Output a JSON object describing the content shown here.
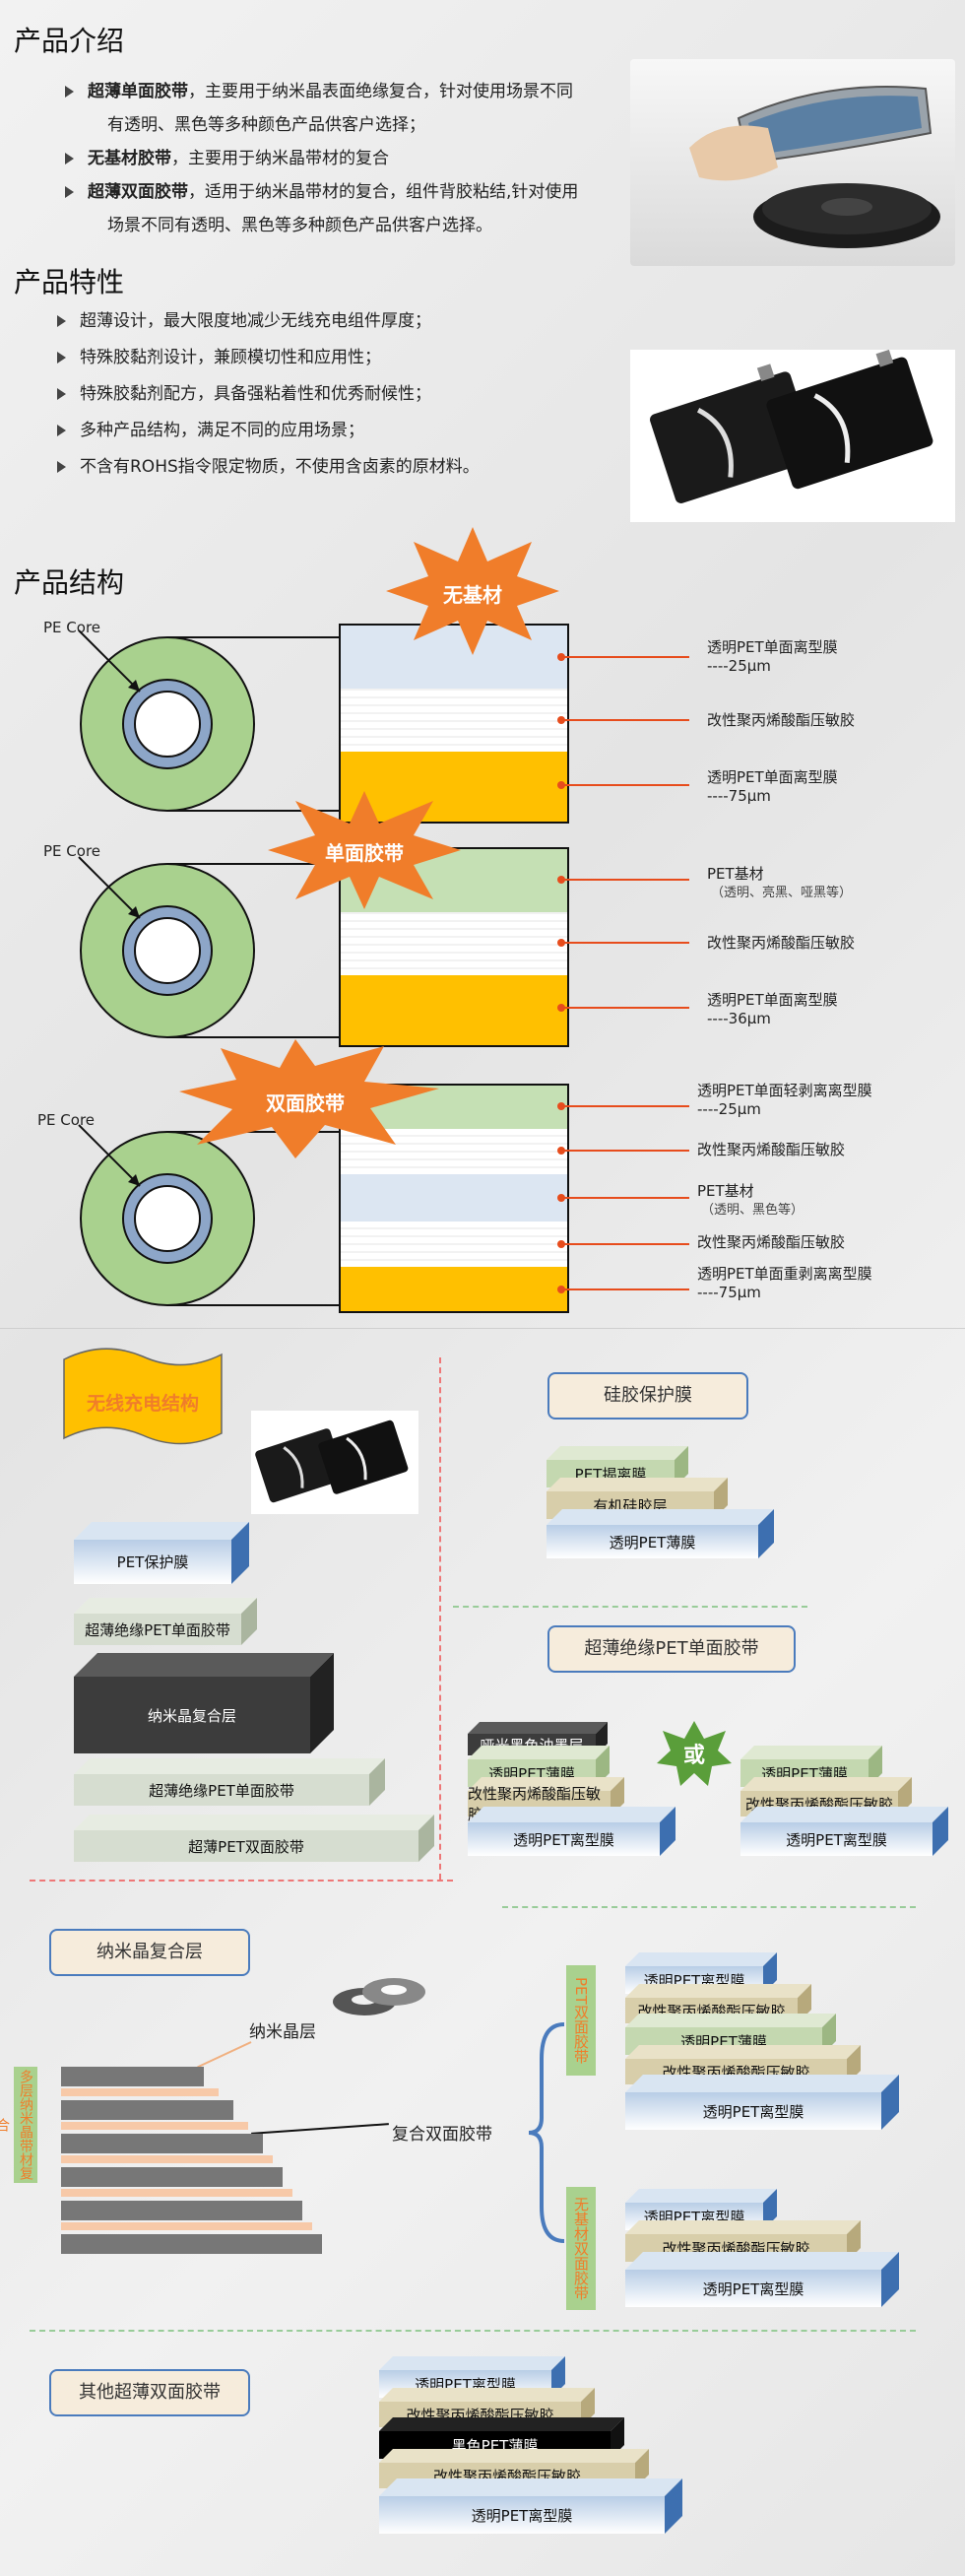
{
  "intro": {
    "title": "产品介绍",
    "items": [
      {
        "bold": "超薄单面胶带",
        "text": "，主要用于纳米晶表面绝缘复合，针对使用场景不同",
        "line2": "有透明、黑色等多种颜色产品供客户选择；"
      },
      {
        "bold": "无基材胶带",
        "text": "，主要用于纳米晶带材的复合",
        "line2": ""
      },
      {
        "bold": "超薄双面胶带",
        "text": "，适用于纳米晶带材的复合，组件背胶粘结,针对使用",
        "line2": "场景不同有透明、黑色等多种颜色产品供客户选择。"
      }
    ]
  },
  "features": {
    "title": "产品特性",
    "items": [
      "超薄设计，最大限度地减少无线充电组件厚度；",
      "特殊胶黏剂设计，兼顾模切性和应用性；",
      "特殊胶黏剂配方，具备强粘着性和优秀耐候性；",
      "多种产品结构，满足不同的应用场景；",
      "不含有ROHS指令限定物质，不使用含卤素的原材料。"
    ]
  },
  "structure": {
    "title": "产品结构",
    "core_label": "PE Core",
    "diagrams": [
      {
        "badge": "无基材",
        "labels": [
          [
            "透明PET单面离型膜",
            "----25μm"
          ],
          [
            "改性聚丙烯酸酯压敏胶",
            ""
          ],
          [
            "透明PET单面离型膜",
            "----75μm"
          ]
        ]
      },
      {
        "badge": "单面胶带",
        "labels": [
          [
            "PET基材",
            "（透明、亮黑、哑黑等）"
          ],
          [
            "改性聚丙烯酸酯压敏胶",
            ""
          ],
          [
            "透明PET单面离型膜",
            "----36μm"
          ]
        ]
      },
      {
        "badge": "双面胶带",
        "labels": [
          [
            "透明PET单面轻剥离离型膜",
            "----25μm"
          ],
          [
            "改性聚丙烯酸酯压敏胶",
            ""
          ],
          [
            "PET基材",
            "（透明、黑色等）"
          ],
          [
            "改性聚丙烯酸酯压敏胶",
            ""
          ],
          [
            "透明PET单面重剥离离型膜",
            "----75μm"
          ]
        ]
      }
    ]
  },
  "wireless": {
    "banner": "无线充电结构",
    "stack": [
      "PET保护膜",
      "超薄绝缘PET单面胶带",
      "纳米晶复合层",
      "超薄绝缘PET单面胶带",
      "超薄PET双面胶带"
    ],
    "silicone": {
      "title": "硅胶保护膜",
      "layers": [
        "PET揭离膜",
        "有机硅胶层",
        "透明PET薄膜"
      ]
    },
    "insul": {
      "title": "超薄绝缘PET单面胶带",
      "or": "或",
      "left": [
        "哑光黑色油墨层",
        "透明PET薄膜",
        "改性聚丙烯酸酯压敏胶",
        "透明PET离型膜"
      ],
      "right": [
        "透明PET薄膜",
        "改性聚丙烯酸酯压敏胶",
        "透明PET离型膜"
      ]
    },
    "nano": {
      "title": "纳米晶复合层",
      "nano_label": "纳米晶层",
      "composite_label": "复合双面胶带",
      "side_label": "多层纳米晶带材复合"
    },
    "pet_double": {
      "side": "PET双面胶带",
      "layers": [
        "透明PET离型膜",
        "改性聚丙烯酸酯压敏胶",
        "透明PET薄膜",
        "改性聚丙烯酸酯压敏胶",
        "透明PET离型膜"
      ]
    },
    "no_base": {
      "side": "无基材双面胶带",
      "layers": [
        "透明PET离型膜",
        "改性聚丙烯酸酯压敏胶",
        "透明PET离型膜"
      ]
    },
    "other": {
      "title": "其他超薄双面胶带",
      "layers": [
        "透明PET离型膜",
        "改性聚丙烯酸酯压敏胶",
        "黑色PET薄膜",
        "改性聚丙烯酸酯压敏胶",
        "透明PET离型膜"
      ]
    }
  },
  "colors": {
    "accent": "#e74c1c",
    "green": "#a9d18e",
    "gold": "#ffc000",
    "blue": "#4a7bbd",
    "badge": "#f07d2a"
  }
}
